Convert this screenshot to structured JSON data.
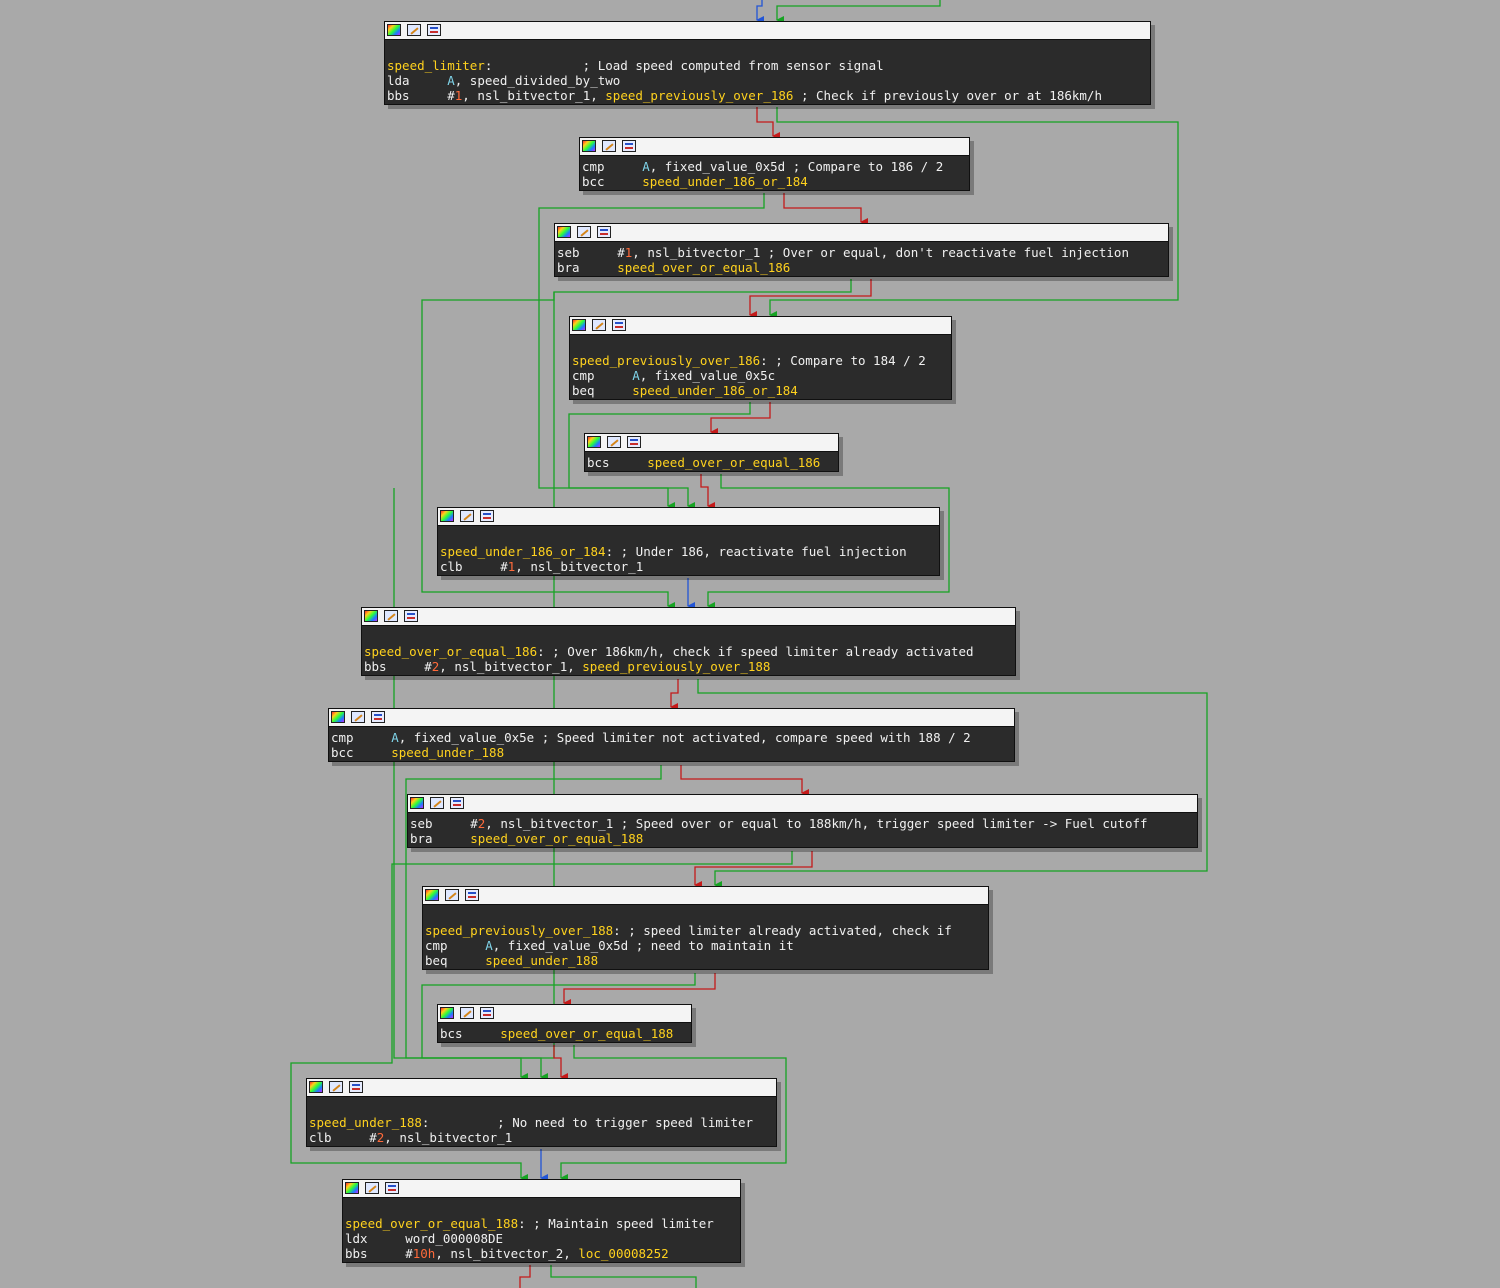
{
  "nodes": [
    {
      "lines": [
        [],
        [
          {
            "t": "speed_limiter",
            "c": "lbl"
          },
          {
            "t": ":            ; Load speed computed from sensor signal",
            "c": "cm"
          }
        ],
        [
          {
            "t": "lda     ",
            "c": "mn"
          },
          {
            "t": "A",
            "c": "reg"
          },
          {
            "t": ", speed_divided_by_two",
            "c": "mn"
          }
        ],
        [
          {
            "t": "bbs     ",
            "c": "mn"
          },
          {
            "t": "#",
            "c": "mn"
          },
          {
            "t": "1",
            "c": "imm"
          },
          {
            "t": ", nsl_bitvector_1, ",
            "c": "mn"
          },
          {
            "t": "speed_previously_over_186",
            "c": "lbl"
          },
          {
            "t": " ; Check if previously over or at 186km/h",
            "c": "cm"
          }
        ]
      ]
    },
    {
      "lines": [
        [
          {
            "t": "cmp     ",
            "c": "mn"
          },
          {
            "t": "A",
            "c": "reg"
          },
          {
            "t": ", fixed_value_0x5d ; Compare to 186 / 2",
            "c": "mn"
          }
        ],
        [
          {
            "t": "bcc     ",
            "c": "mn"
          },
          {
            "t": "speed_under_186_or_184",
            "c": "lbl"
          }
        ]
      ]
    },
    {
      "lines": [
        [
          {
            "t": "seb     ",
            "c": "mn"
          },
          {
            "t": "#",
            "c": "mn"
          },
          {
            "t": "1",
            "c": "imm"
          },
          {
            "t": ", nsl_bitvector_1 ; Over or equal, don't reactivate fuel injection",
            "c": "mn"
          }
        ],
        [
          {
            "t": "bra     ",
            "c": "mn"
          },
          {
            "t": "speed_over_or_equal_186",
            "c": "lbl"
          }
        ]
      ]
    },
    {
      "lines": [
        [],
        [
          {
            "t": "speed_previously_over_186",
            "c": "lbl"
          },
          {
            "t": ": ; Compare to 184 / 2",
            "c": "cm"
          }
        ],
        [
          {
            "t": "cmp     ",
            "c": "mn"
          },
          {
            "t": "A",
            "c": "reg"
          },
          {
            "t": ", fixed_value_0x5c",
            "c": "mn"
          }
        ],
        [
          {
            "t": "beq     ",
            "c": "mn"
          },
          {
            "t": "speed_under_186_or_184",
            "c": "lbl"
          }
        ]
      ]
    },
    {
      "lines": [
        [
          {
            "t": "bcs     ",
            "c": "mn"
          },
          {
            "t": "speed_over_or_equal_186",
            "c": "lbl"
          }
        ]
      ]
    },
    {
      "lines": [
        [],
        [
          {
            "t": "speed_under_186_or_184",
            "c": "lbl"
          },
          {
            "t": ": ; Under 186, reactivate fuel injection",
            "c": "cm"
          }
        ],
        [
          {
            "t": "clb     ",
            "c": "mn"
          },
          {
            "t": "#",
            "c": "mn"
          },
          {
            "t": "1",
            "c": "imm"
          },
          {
            "t": ", nsl_bitvector_1",
            "c": "mn"
          }
        ]
      ]
    },
    {
      "lines": [
        [],
        [
          {
            "t": "speed_over_or_equal_186",
            "c": "lbl"
          },
          {
            "t": ": ; Over 186km/h, check if speed limiter already activated",
            "c": "cm"
          }
        ],
        [
          {
            "t": "bbs     ",
            "c": "mn"
          },
          {
            "t": "#",
            "c": "mn"
          },
          {
            "t": "2",
            "c": "imm"
          },
          {
            "t": ", nsl_bitvector_1, ",
            "c": "mn"
          },
          {
            "t": "speed_previously_over_188",
            "c": "lbl"
          }
        ]
      ]
    },
    {
      "lines": [
        [
          {
            "t": "cmp     ",
            "c": "mn"
          },
          {
            "t": "A",
            "c": "reg"
          },
          {
            "t": ", fixed_value_0x5e ; Speed limiter not activated, compare speed with 188 / 2",
            "c": "mn"
          }
        ],
        [
          {
            "t": "bcc     ",
            "c": "mn"
          },
          {
            "t": "speed_under_188",
            "c": "lbl"
          }
        ]
      ]
    },
    {
      "lines": [
        [
          {
            "t": "seb     ",
            "c": "mn"
          },
          {
            "t": "#",
            "c": "mn"
          },
          {
            "t": "2",
            "c": "imm"
          },
          {
            "t": ", nsl_bitvector_1 ; Speed over or equal to 188km/h, trigger speed limiter -> Fuel cutoff",
            "c": "mn"
          }
        ],
        [
          {
            "t": "bra     ",
            "c": "mn"
          },
          {
            "t": "speed_over_or_equal_188",
            "c": "lbl"
          }
        ]
      ]
    },
    {
      "lines": [
        [],
        [
          {
            "t": "speed_previously_over_188",
            "c": "lbl"
          },
          {
            "t": ": ; speed limiter already activated, check if",
            "c": "cm"
          }
        ],
        [
          {
            "t": "cmp     ",
            "c": "mn"
          },
          {
            "t": "A",
            "c": "reg"
          },
          {
            "t": ", fixed_value_0x5d ; need to maintain it",
            "c": "mn"
          }
        ],
        [
          {
            "t": "beq     ",
            "c": "mn"
          },
          {
            "t": "speed_under_188",
            "c": "lbl"
          }
        ]
      ]
    },
    {
      "lines": [
        [
          {
            "t": "bcs     ",
            "c": "mn"
          },
          {
            "t": "speed_over_or_equal_188",
            "c": "lbl"
          }
        ]
      ]
    },
    {
      "lines": [
        [],
        [
          {
            "t": "speed_under_188",
            "c": "lbl"
          },
          {
            "t": ":         ; No need to trigger speed limiter",
            "c": "cm"
          }
        ],
        [
          {
            "t": "clb     ",
            "c": "mn"
          },
          {
            "t": "#",
            "c": "mn"
          },
          {
            "t": "2",
            "c": "imm"
          },
          {
            "t": ", nsl_bitvector_1",
            "c": "mn"
          }
        ]
      ]
    },
    {
      "lines": [
        [],
        [
          {
            "t": "speed_over_or_equal_188",
            "c": "lbl"
          },
          {
            "t": ": ; Maintain speed limiter",
            "c": "cm"
          }
        ],
        [
          {
            "t": "ldx     ",
            "c": "mn"
          },
          {
            "t": "word_000008DE",
            "c": "mn"
          }
        ],
        [
          {
            "t": "bbs     ",
            "c": "mn"
          },
          {
            "t": "#",
            "c": "mn"
          },
          {
            "t": "10h",
            "c": "imm"
          },
          {
            "t": ", nsl_bitvector_2, ",
            "c": "mn"
          },
          {
            "t": "loc_00008252",
            "c": "lbl"
          }
        ]
      ]
    }
  ],
  "colors": {
    "true_edge": "#16a323",
    "false_edge": "#c41a1a",
    "uncond_edge": "#2255d6",
    "background": "#a9a9a9"
  }
}
